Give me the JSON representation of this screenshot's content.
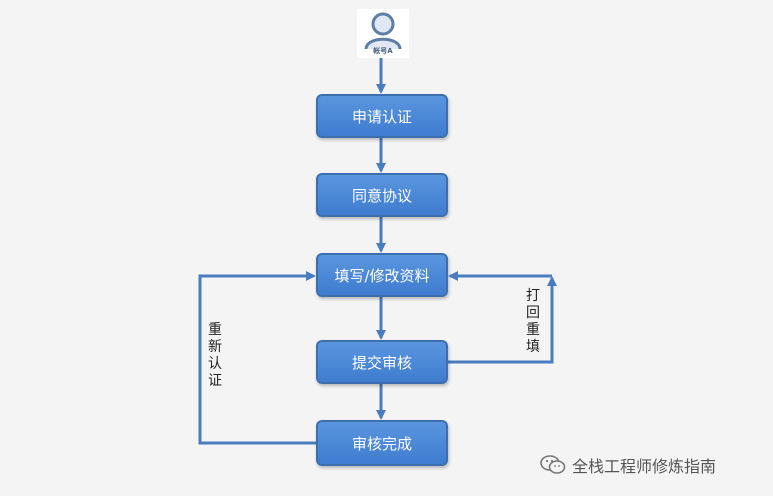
{
  "avatar": {
    "label": "帐号A",
    "icon": "user-icon"
  },
  "steps": [
    "申请认证",
    "同意协议",
    "填写/修改资料",
    "提交审核",
    "审核完成"
  ],
  "loops": {
    "left_label": "重新认证",
    "right_label": "打回重填"
  },
  "watermark": {
    "text": "全栈工程师修炼指南",
    "icon": "wechat-icon"
  },
  "colors": {
    "box": "#4a88d8",
    "border": "#3d6fae",
    "arrow": "#4a7dbf",
    "background": "#f4f4f4"
  }
}
